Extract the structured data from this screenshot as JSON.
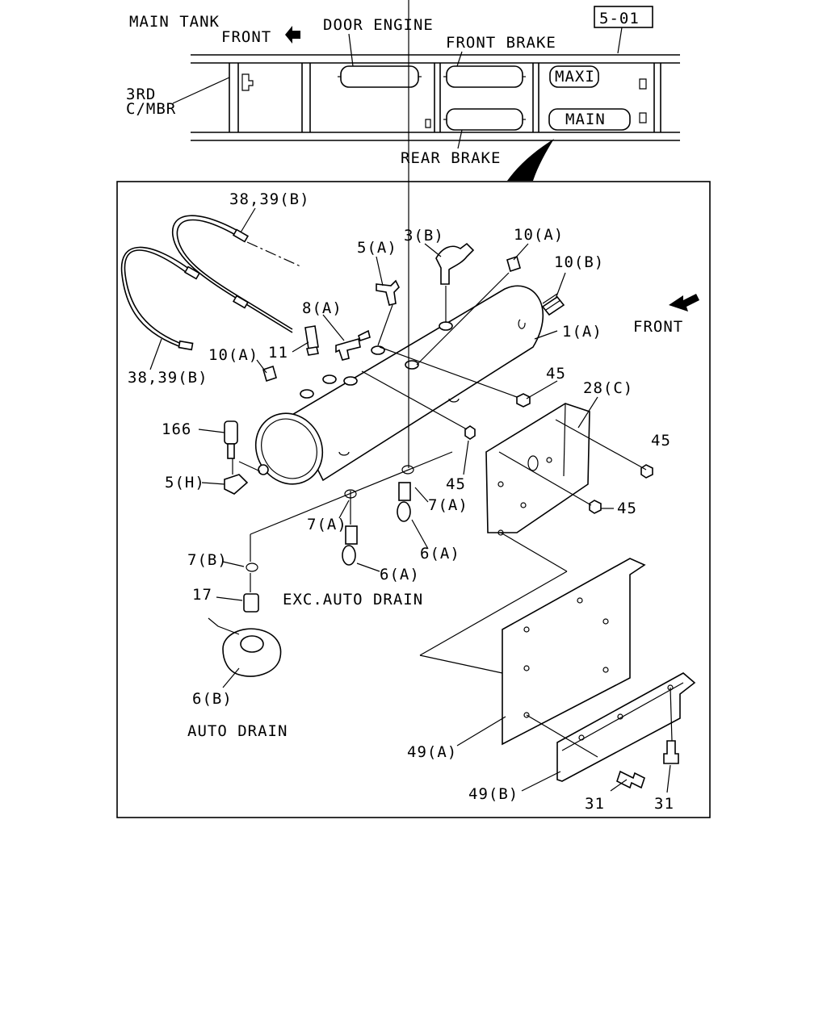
{
  "page_ref": "5-01",
  "overview": {
    "main_tank": "MAIN TANK",
    "front": "FRONT",
    "door_engine": "DOOR ENGINE",
    "front_brake": "FRONT BRAKE",
    "maxi": "MAXI",
    "main": "MAIN",
    "rear_brake": "REAR BRAKE",
    "third_member_1": "3RD",
    "third_member_2": "C/MBR"
  },
  "detail": {
    "front": "FRONT",
    "exc_auto_drain": "EXC.AUTO DRAIN",
    "auto_drain": "AUTO DRAIN"
  },
  "callouts": [
    "38,39(B)",
    "5(A)",
    "3(B)",
    "10(A)",
    "10(B)",
    "8(A)",
    "1(A)",
    "11",
    "10(A)",
    "38,39(B)",
    "45",
    "28(C)",
    "166",
    "45",
    "5(H)",
    "45",
    "7(A)",
    "45",
    "7(A)",
    "6(A)",
    "7(B)",
    "6(A)",
    "17",
    "6(B)",
    "49(A)",
    "49(B)",
    "31",
    "31"
  ]
}
